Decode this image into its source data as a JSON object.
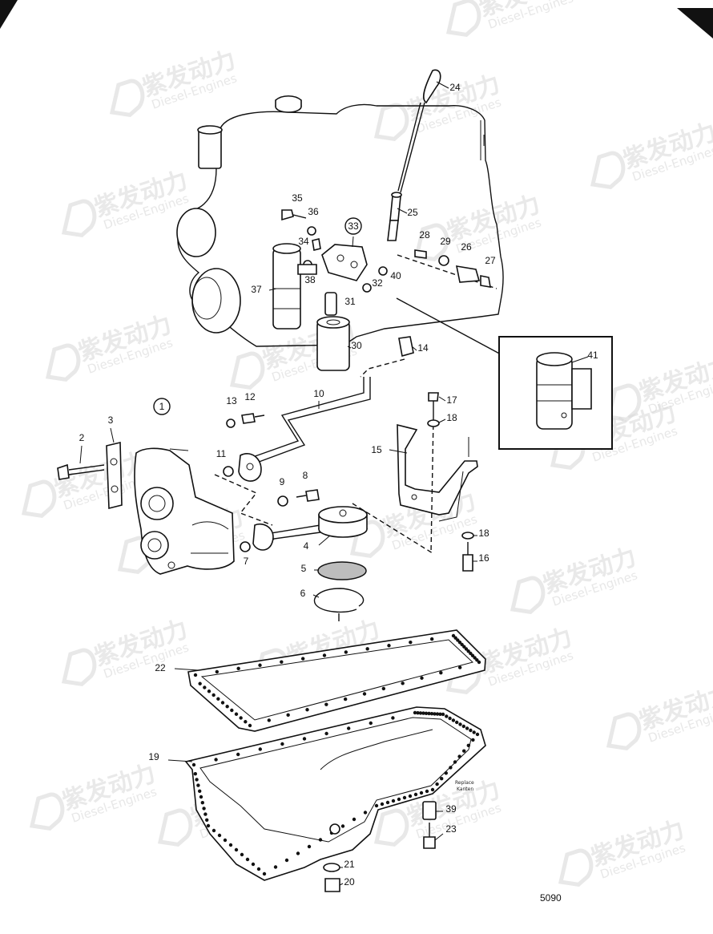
{
  "watermark": {
    "text_cn": "紫发动力",
    "text_en": "Diesel-Engines"
  },
  "drawing_number": "5090",
  "handwritten_note": [
    "Replace",
    "Kanten"
  ],
  "callouts": [
    {
      "id": "1",
      "circled": true
    },
    {
      "id": "2"
    },
    {
      "id": "3"
    },
    {
      "id": "4"
    },
    {
      "id": "5"
    },
    {
      "id": "6"
    },
    {
      "id": "7"
    },
    {
      "id": "8"
    },
    {
      "id": "9"
    },
    {
      "id": "10"
    },
    {
      "id": "11"
    },
    {
      "id": "12"
    },
    {
      "id": "13"
    },
    {
      "id": "14"
    },
    {
      "id": "15"
    },
    {
      "id": "16"
    },
    {
      "id": "17"
    },
    {
      "id": "18"
    },
    {
      "id": "18b",
      "label": "18"
    },
    {
      "id": "19"
    },
    {
      "id": "20"
    },
    {
      "id": "21"
    },
    {
      "id": "22"
    },
    {
      "id": "23"
    },
    {
      "id": "24"
    },
    {
      "id": "25"
    },
    {
      "id": "26"
    },
    {
      "id": "27"
    },
    {
      "id": "28"
    },
    {
      "id": "29"
    },
    {
      "id": "30"
    },
    {
      "id": "31"
    },
    {
      "id": "32"
    },
    {
      "id": "33",
      "circled": true
    },
    {
      "id": "34"
    },
    {
      "id": "35"
    },
    {
      "id": "36"
    },
    {
      "id": "37"
    },
    {
      "id": "38"
    },
    {
      "id": "39"
    },
    {
      "id": "40"
    },
    {
      "id": "41"
    }
  ]
}
